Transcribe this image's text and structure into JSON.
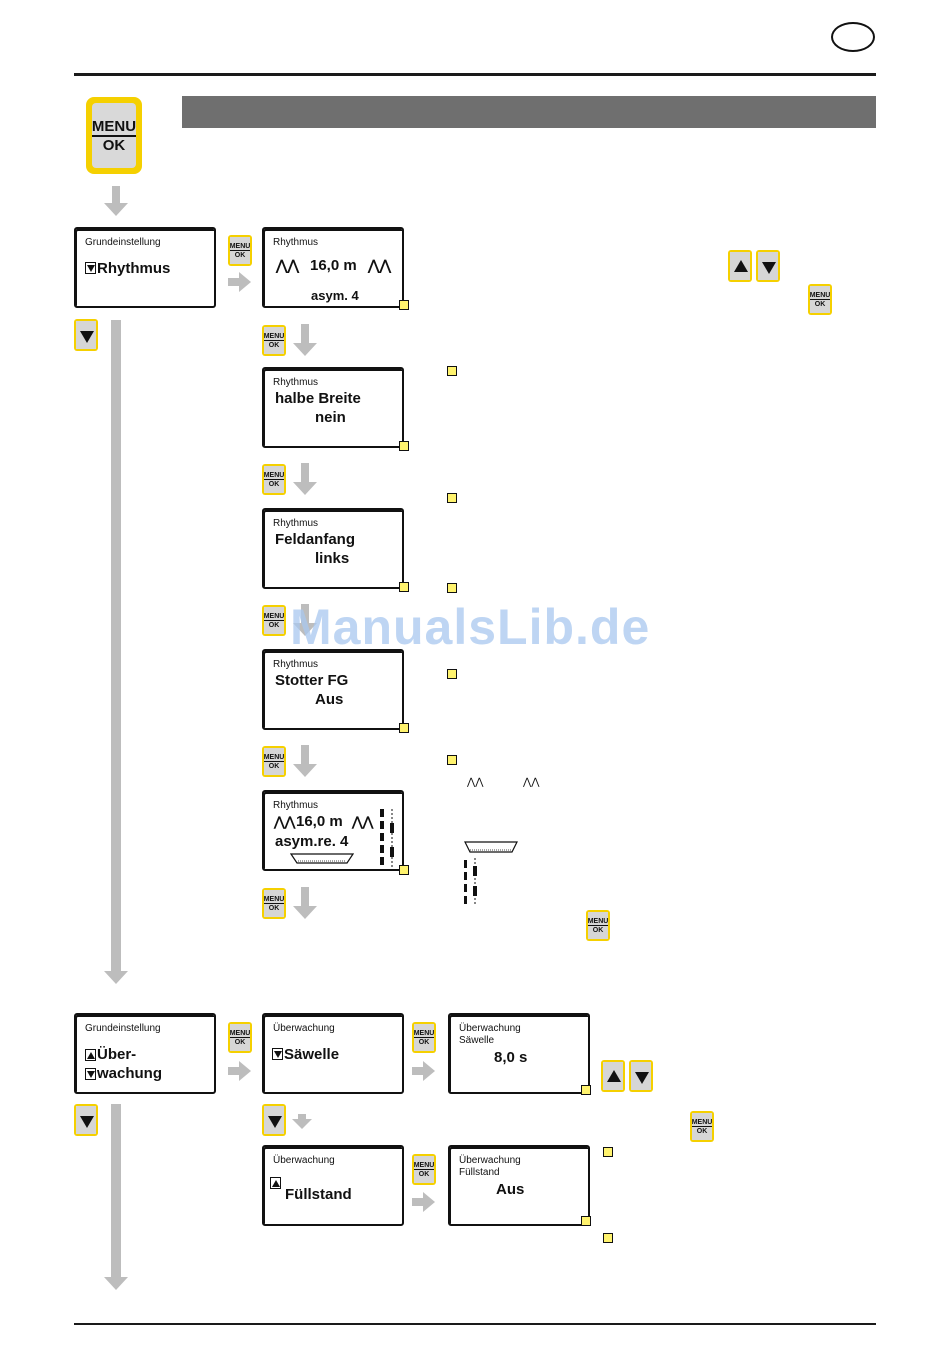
{
  "menu_button": {
    "top": "MENU",
    "bottom": "OK"
  },
  "watermark": "ManualsLib.de",
  "screens": {
    "grund_rhythmus": {
      "caption": "Grundeinstellung",
      "line1": "Rhythmus"
    },
    "rhythmus_main": {
      "caption": "Rhythmus",
      "width": "16,0 m",
      "mode": "asym. 4"
    },
    "halbe_breite": {
      "caption": "Rhythmus",
      "line1": "halbe Breite",
      "line2": "nein"
    },
    "feldanfang": {
      "caption": "Rhythmus",
      "line1": "Feldanfang",
      "line2": "links"
    },
    "stotter": {
      "caption": "Rhythmus",
      "line1": "Stotter   FG",
      "line2": "Aus"
    },
    "rhythmus_result": {
      "caption": "Rhythmus",
      "width": "16,0 m",
      "mode": "asym.re.   4"
    },
    "grund_ueber": {
      "caption": "Grundeinstellung",
      "line1": "Über-",
      "line2": "wachung"
    },
    "ueber_saewelle": {
      "caption": "Überwachung",
      "line1": "Säwelle"
    },
    "saewelle_value": {
      "caption1": "Überwachung",
      "caption2": "Säwelle",
      "value": "8,0  s"
    },
    "ueber_fuellstand": {
      "caption": "Überwachung",
      "line1": "Füllstand"
    },
    "fuellstand_value": {
      "caption1": "Überwachung",
      "caption2": "Füllstand",
      "value": "Aus"
    }
  }
}
